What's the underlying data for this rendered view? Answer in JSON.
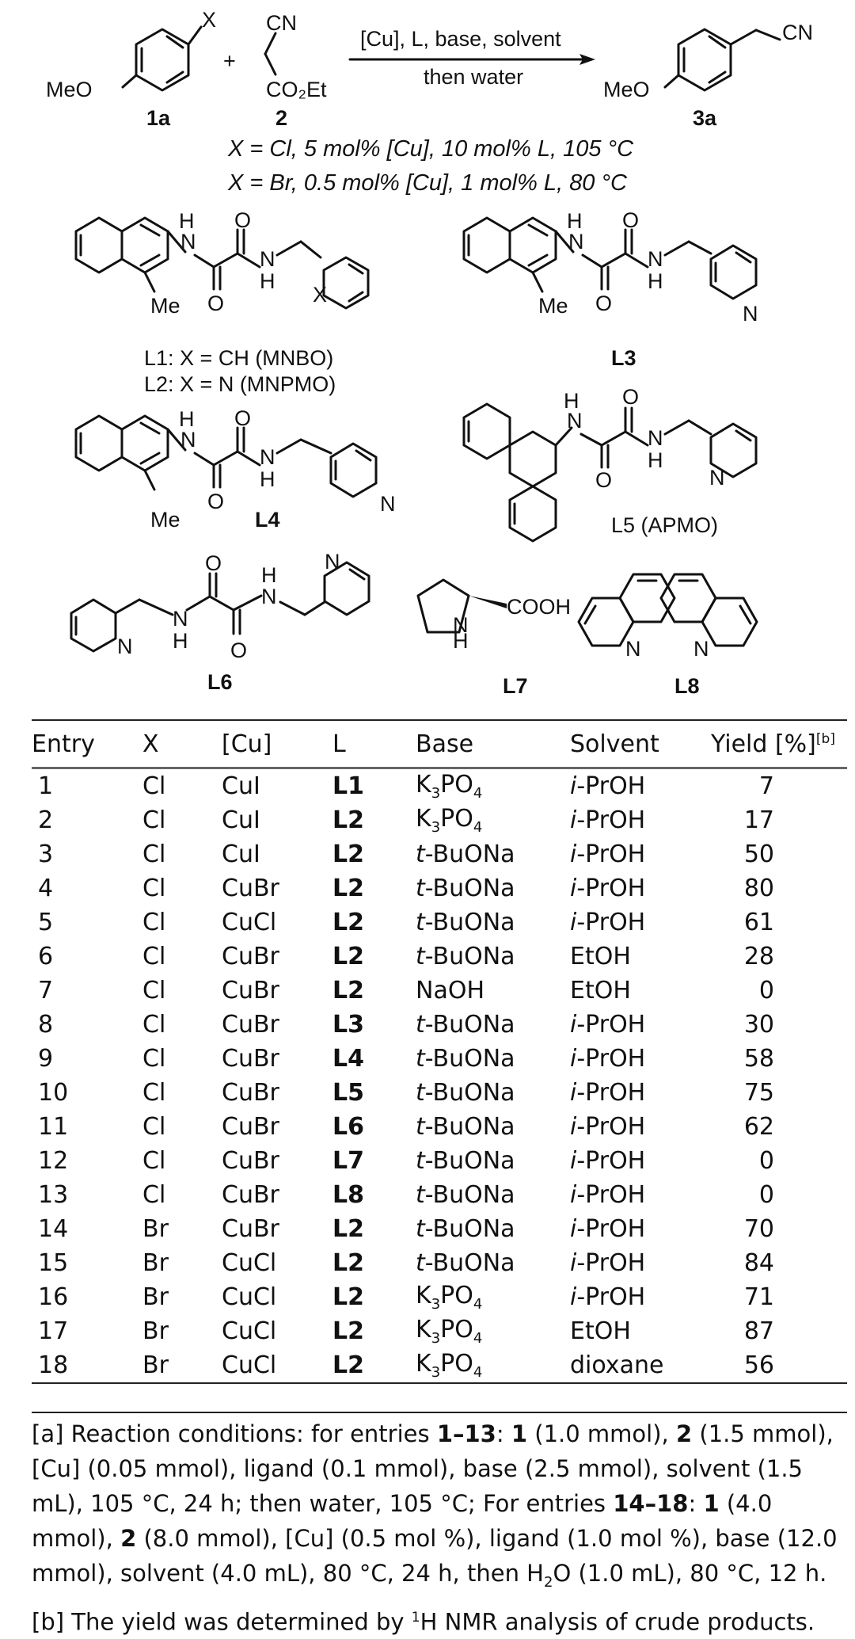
{
  "scheme": {
    "reactant1_label": "1a",
    "reactant2_label": "2",
    "product_label": "3a",
    "reactant1_sub": "X",
    "meo": "MeO",
    "cn": "CN",
    "co2et": "CO₂Et",
    "plus": "+",
    "arrow_top": "[Cu], L, base, solvent",
    "arrow_bottom": "then water",
    "condition_cl": "X = Cl, 5 mol% [Cu], 10 mol% L, 105 °C",
    "condition_br": "X = Br, 0.5 mol% [Cu], 1 mol% L, 80 °C",
    "ligands": {
      "l1": "L1: X = CH (MNBO)",
      "l2": "L2: X = N (MNPMO)",
      "l3": "L3",
      "l4": "L4",
      "l5": "L5 (APMO)",
      "l6": "L6",
      "l7": "L7",
      "l8": "L8"
    },
    "atoms": {
      "N": "N",
      "H": "H",
      "O": "O",
      "Me": "Me",
      "X": "X",
      "COOH": "COOH"
    }
  },
  "table": {
    "headers": [
      "Entry",
      "X",
      "[Cu]",
      "L",
      "Base",
      "Solvent",
      "Yield [%]"
    ],
    "yield_footnote": "[b]",
    "rows": [
      [
        "1",
        "Cl",
        "CuI",
        "L1",
        "K3PO4",
        "i-PrOH",
        "7"
      ],
      [
        "2",
        "Cl",
        "CuI",
        "L2",
        "K3PO4",
        "i-PrOH",
        "17"
      ],
      [
        "3",
        "Cl",
        "CuI",
        "L2",
        "t-BuONa",
        "i-PrOH",
        "50"
      ],
      [
        "4",
        "Cl",
        "CuBr",
        "L2",
        "t-BuONa",
        "i-PrOH",
        "80"
      ],
      [
        "5",
        "Cl",
        "CuCl",
        "L2",
        "t-BuONa",
        "i-PrOH",
        "61"
      ],
      [
        "6",
        "Cl",
        "CuBr",
        "L2",
        "t-BuONa",
        "EtOH",
        "28"
      ],
      [
        "7",
        "Cl",
        "CuBr",
        "L2",
        "NaOH",
        "EtOH",
        "0"
      ],
      [
        "8",
        "Cl",
        "CuBr",
        "L3",
        "t-BuONa",
        "i-PrOH",
        "30"
      ],
      [
        "9",
        "Cl",
        "CuBr",
        "L4",
        "t-BuONa",
        "i-PrOH",
        "58"
      ],
      [
        "10",
        "Cl",
        "CuBr",
        "L5",
        "t-BuONa",
        "i-PrOH",
        "75"
      ],
      [
        "11",
        "Cl",
        "CuBr",
        "L6",
        "t-BuONa",
        "i-PrOH",
        "62"
      ],
      [
        "12",
        "Cl",
        "CuBr",
        "L7",
        "t-BuONa",
        "i-PrOH",
        "0"
      ],
      [
        "13",
        "Cl",
        "CuBr",
        "L8",
        "t-BuONa",
        "i-PrOH",
        "0"
      ],
      [
        "14",
        "Br",
        "CuBr",
        "L2",
        "t-BuONa",
        "i-PrOH",
        "70"
      ],
      [
        "15",
        "Br",
        "CuCl",
        "L2",
        "t-BuONa",
        "i-PrOH",
        "84"
      ],
      [
        "16",
        "Br",
        "CuCl",
        "L2",
        "K3PO4",
        "i-PrOH",
        "71"
      ],
      [
        "17",
        "Br",
        "CuCl",
        "L2",
        "K3PO4",
        "EtOH",
        "87"
      ],
      [
        "18",
        "Br",
        "CuCl",
        "L2",
        "K3PO4",
        "dioxane",
        "56"
      ]
    ]
  },
  "footnote": {
    "a_p1": "[a] Reaction conditions: for entries ",
    "a_b1": "1–13",
    "a_p2": ": ",
    "a_b2": "1",
    "a_p3": " (1.0 mmol), ",
    "a_b3": "2",
    "a_p4": " (1.5 mmol), [Cu] (0.05 mmol), ligand (0.1 mmol), base (2.5 mmol), solvent (1.5 mL), 105 °C, 24 h; then water, 105 °C; For entries ",
    "a_b4": "14–18",
    "a_p5": ": ",
    "a_b5": "1",
    "a_p6": " (4.0 mmol), ",
    "a_b6": "2",
    "a_p7": " (8.0 mmol), [Cu] (0.5 mol %), ligand (1.0 mol %), base (12.0 mmol), solvent (4.0 mL), 80 °C, 24 h, then H",
    "a_sub": "2",
    "a_p8": "O (1.0 mL), 80 °C, 12 h. ",
    "b_p1": "[b] The yield was determined by ",
    "b_sup": "1",
    "b_p2": "H NMR analysis of crude products."
  }
}
